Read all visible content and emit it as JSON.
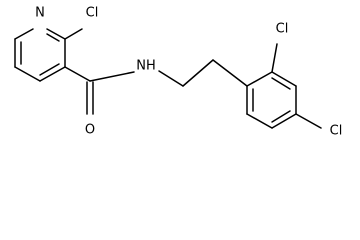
{
  "molecule": {
    "atoms": {
      "n_pyridine": "N",
      "cl_pyridine": "Cl",
      "n_amide": "NH",
      "o_carbonyl": "O",
      "cl_ortho": "Cl",
      "cl_para": "Cl"
    }
  },
  "colors": {
    "bond": "#000000",
    "label": "#000000",
    "background": "#ffffff"
  }
}
